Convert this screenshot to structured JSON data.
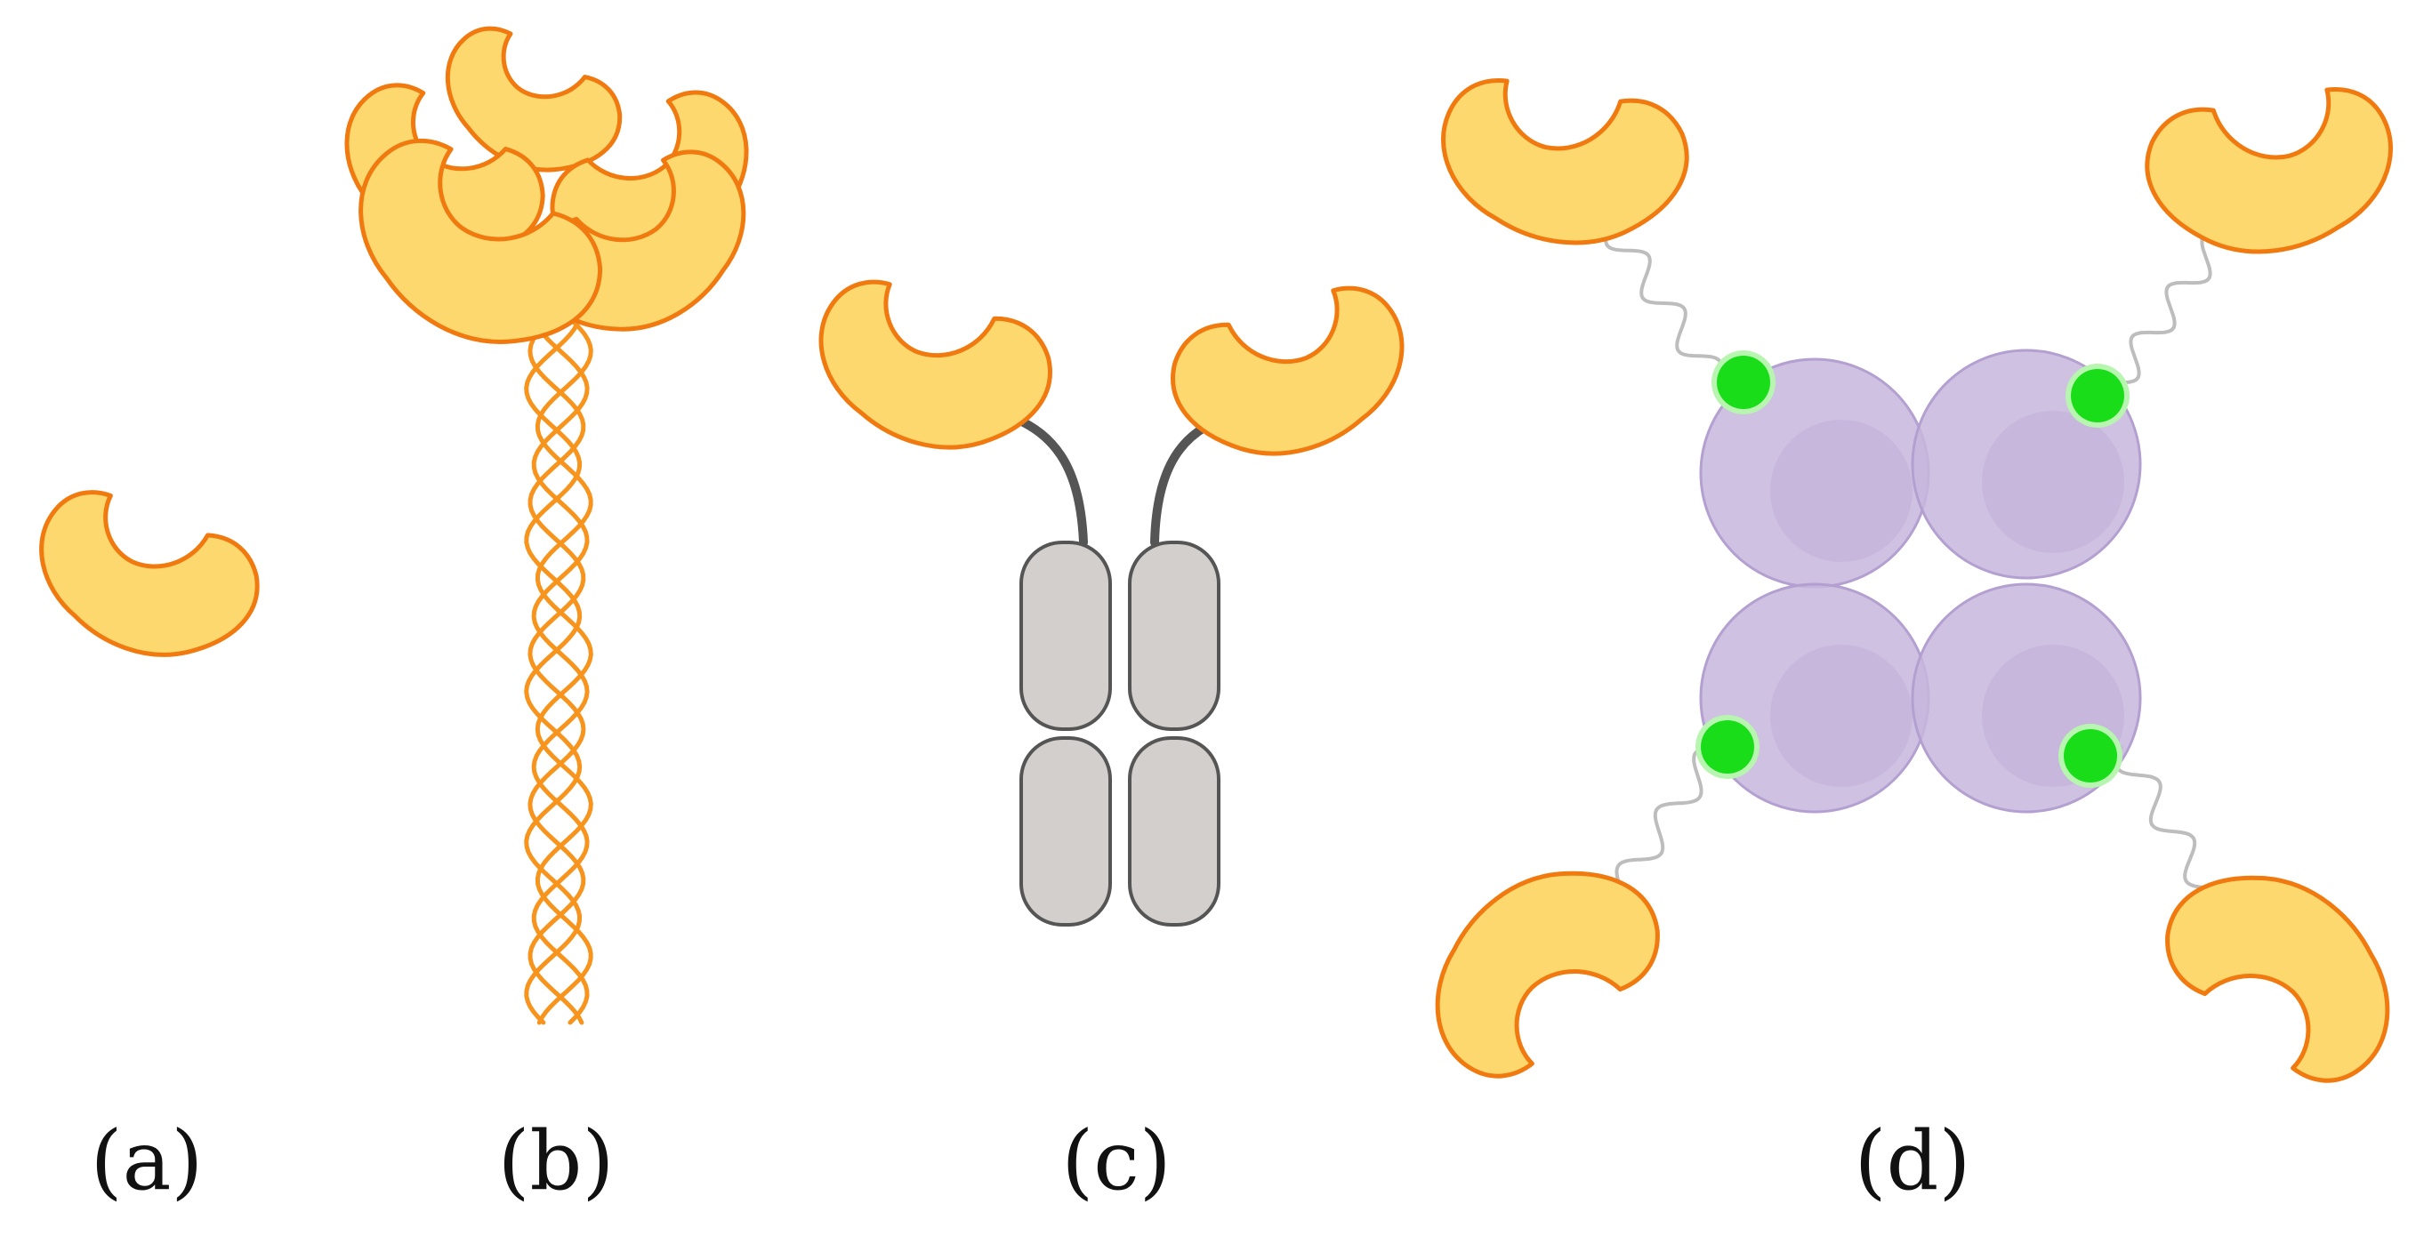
{
  "panels": {
    "a": {
      "label": "(a)"
    },
    "b": {
      "label": "(b)"
    },
    "c": {
      "label": "(c)"
    },
    "d": {
      "label": "(d)"
    }
  },
  "colors": {
    "binder_fill": "#FDD86E",
    "binder_stroke": "#F07A0F",
    "helix_stroke": "#F7941D",
    "fc_fill": "#D3CFCD",
    "fc_stroke": "#555555",
    "hinge_stroke": "#555555",
    "streptavidin_fill": "#C7B6DC",
    "streptavidin_stroke": "#B3A0D0",
    "linker_stroke": "#BDBDBD",
    "biotin_fill": "#1ADD1A",
    "biotin_halo": "#B8F5B0",
    "label_color": "#111111"
  },
  "icons": {
    "binder": "nanobody-binder-icon",
    "helix": "coiled-coil-helix-icon",
    "fc": "fc-domain-icon",
    "streptavidin": "streptavidin-subunit-icon",
    "biotin": "biotin-dot-icon",
    "linker": "flexible-linker-icon"
  }
}
